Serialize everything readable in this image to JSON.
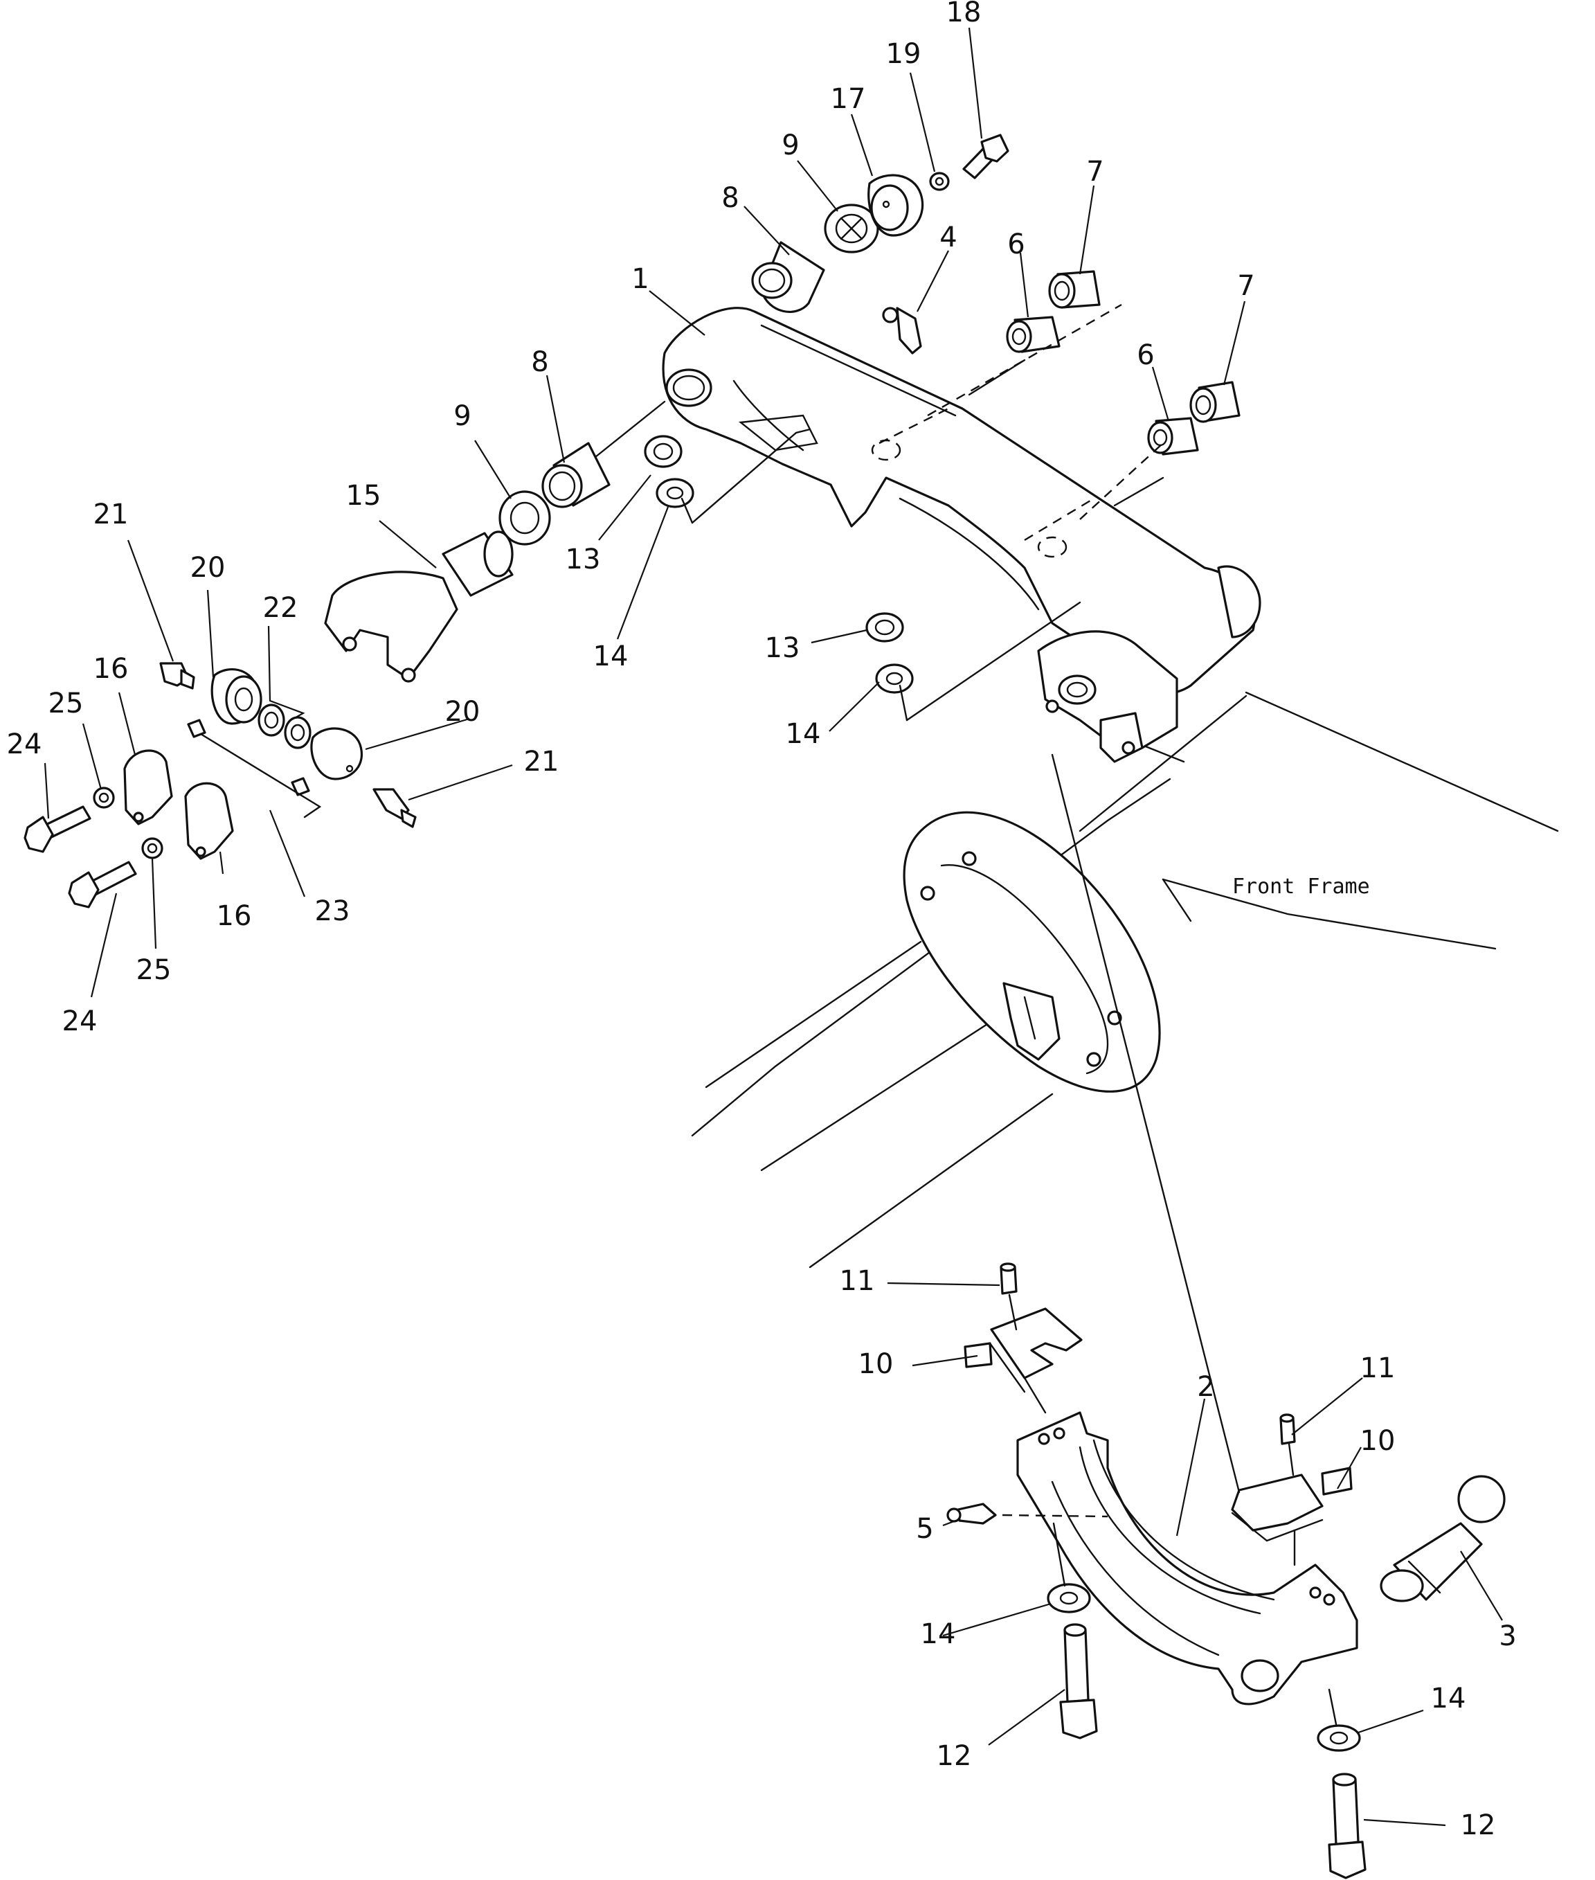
{
  "frame_label": "Front Frame",
  "callouts": [
    {
      "id": "c1",
      "text": "1"
    },
    {
      "id": "c2",
      "text": "2"
    },
    {
      "id": "c3",
      "text": "3"
    },
    {
      "id": "c4",
      "text": "4"
    },
    {
      "id": "c5",
      "text": "5"
    },
    {
      "id": "c6a",
      "text": "6"
    },
    {
      "id": "c6b",
      "text": "6"
    },
    {
      "id": "c7a",
      "text": "7"
    },
    {
      "id": "c7b",
      "text": "7"
    },
    {
      "id": "c8a",
      "text": "8"
    },
    {
      "id": "c8b",
      "text": "8"
    },
    {
      "id": "c9a",
      "text": "9"
    },
    {
      "id": "c9b",
      "text": "9"
    },
    {
      "id": "c10a",
      "text": "10"
    },
    {
      "id": "c10b",
      "text": "10"
    },
    {
      "id": "c11a",
      "text": "11"
    },
    {
      "id": "c11b",
      "text": "11"
    },
    {
      "id": "c12a",
      "text": "12"
    },
    {
      "id": "c12b",
      "text": "12"
    },
    {
      "id": "c13a",
      "text": "13"
    },
    {
      "id": "c13b",
      "text": "13"
    },
    {
      "id": "c14a",
      "text": "14"
    },
    {
      "id": "c14b",
      "text": "14"
    },
    {
      "id": "c14c",
      "text": "14"
    },
    {
      "id": "c14d",
      "text": "14"
    },
    {
      "id": "c15",
      "text": "15"
    },
    {
      "id": "c16a",
      "text": "16"
    },
    {
      "id": "c16b",
      "text": "16"
    },
    {
      "id": "c17",
      "text": "17"
    },
    {
      "id": "c18",
      "text": "18"
    },
    {
      "id": "c19",
      "text": "19"
    },
    {
      "id": "c20a",
      "text": "20"
    },
    {
      "id": "c20b",
      "text": "20"
    },
    {
      "id": "c21a",
      "text": "21"
    },
    {
      "id": "c21b",
      "text": "21"
    },
    {
      "id": "c22",
      "text": "22"
    },
    {
      "id": "c23",
      "text": "23"
    },
    {
      "id": "c24a",
      "text": "24"
    },
    {
      "id": "c24b",
      "text": "24"
    },
    {
      "id": "c25a",
      "text": "25"
    },
    {
      "id": "c25b",
      "text": "25"
    }
  ]
}
